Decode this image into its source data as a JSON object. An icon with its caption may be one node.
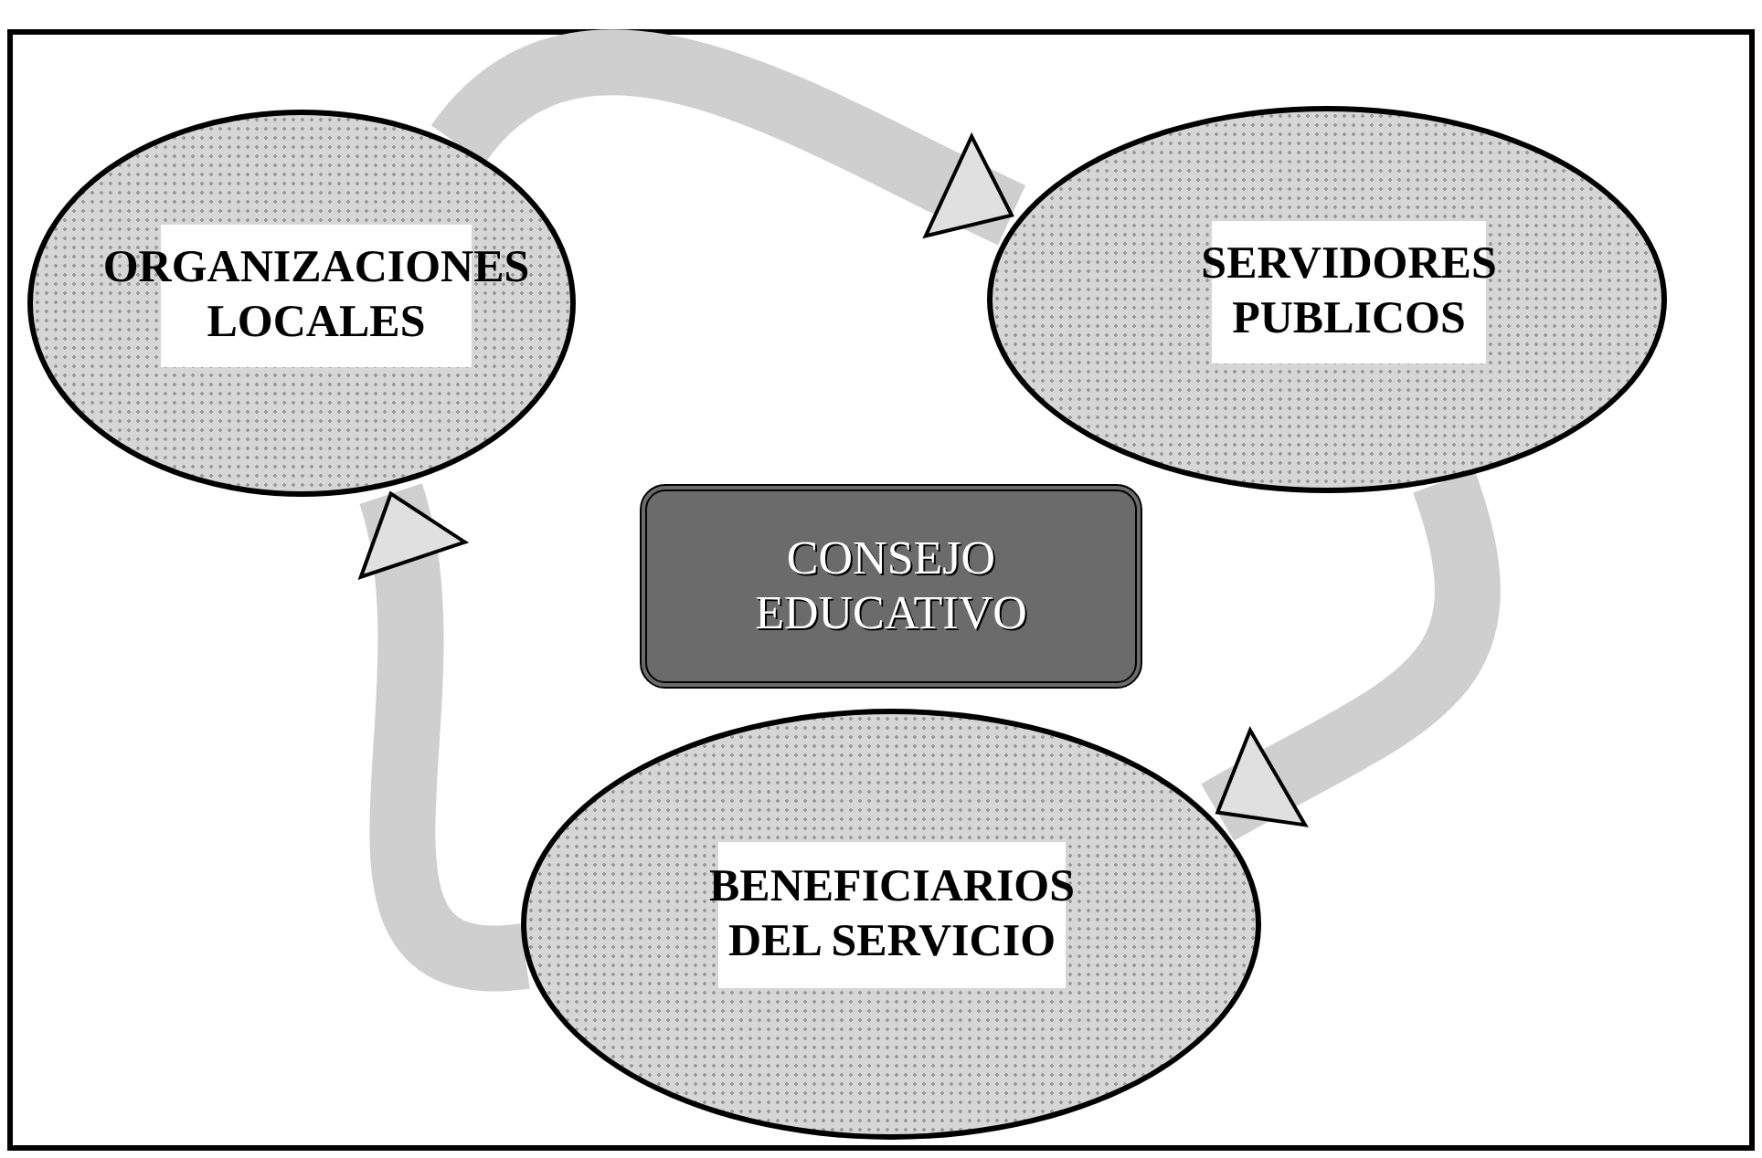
{
  "diagram": {
    "nodes": [
      {
        "text": [
          "ORGANIZACIONES LOCALES"
        ]
      },
      {
        "text": [
          "SERVIDORES PUBLICOS"
        ]
      },
      {
        "text": [
          "BENEFICIARIOS DEL SERVICIO"
        ]
      },
      {
        "text": [
          "CONSEJO EDUCATIVO"
        ]
      }
    ],
    "edges": [
      {
        "from": 0,
        "to": 1,
        "arrow": "to"
      },
      {
        "from": 1,
        "to": 2,
        "arrow": "to"
      },
      {
        "from": 2,
        "to": 0,
        "arrow": "to"
      }
    ]
  }
}
